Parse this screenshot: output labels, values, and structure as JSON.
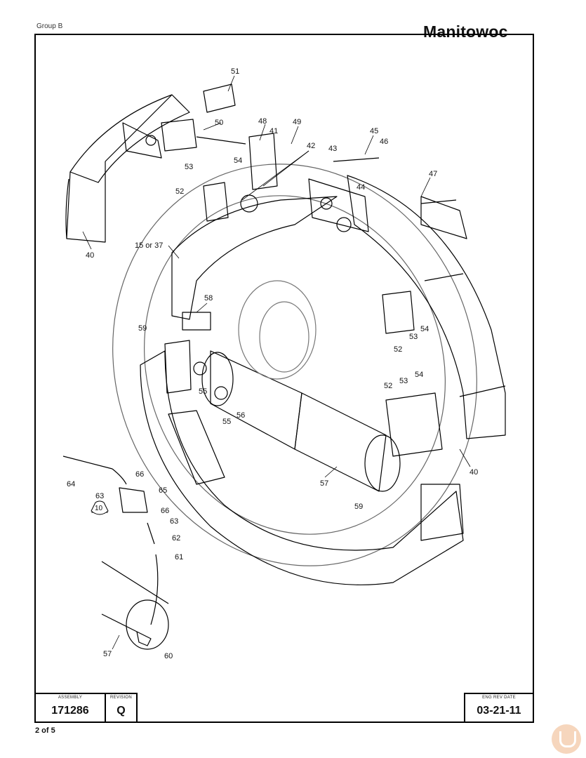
{
  "header": {
    "group": "Group B",
    "brand": "Manitowoc"
  },
  "callouts": [
    "51",
    "50",
    "48",
    "49",
    "41",
    "42",
    "45",
    "46",
    "43",
    "47",
    "53",
    "54",
    "52",
    "44",
    "15 or 37",
    "40",
    "58",
    "59",
    "55",
    "56",
    "57",
    "64",
    "66",
    "65",
    "63",
    "10",
    "62",
    "61",
    "60"
  ],
  "title_block": {
    "assembly_caption": "ASSEMBLY",
    "assembly": "171286",
    "revision_caption": "REVISION",
    "revision": "Q",
    "date_caption": "ENG REV DATE",
    "date": "03-21-11"
  },
  "footer": {
    "page": "2 of 5"
  },
  "colors": {
    "line": "#000000",
    "watermark": "#f3c9a8"
  }
}
